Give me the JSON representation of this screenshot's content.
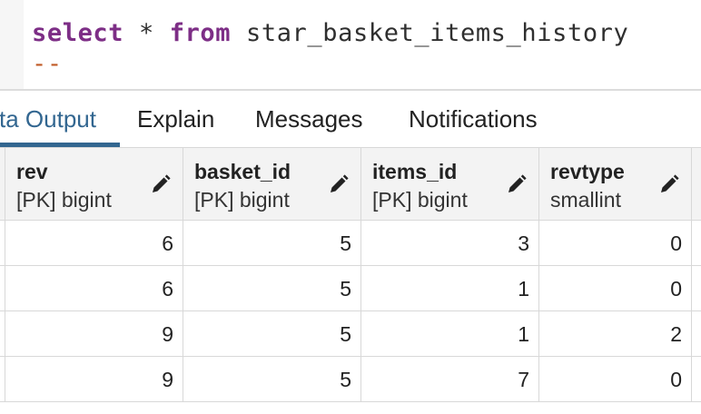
{
  "editor": {
    "line1": {
      "kw_select": "select",
      "star": " * ",
      "kw_from": "from",
      "table": " star_basket_items_history"
    },
    "line2": {
      "comment": "--"
    }
  },
  "tabs": [
    {
      "label": "ta Output",
      "active": true
    },
    {
      "label": "Explain",
      "active": false
    },
    {
      "label": "Messages",
      "active": false
    },
    {
      "label": "Notifications",
      "active": false
    }
  ],
  "grid": {
    "columns": [
      {
        "name": "rev",
        "type": "[PK] bigint",
        "icon": "pencil-icon"
      },
      {
        "name": "basket_id",
        "type": "[PK] bigint",
        "icon": "pencil-icon"
      },
      {
        "name": "items_id",
        "type": "[PK] bigint",
        "icon": "pencil-icon"
      },
      {
        "name": "revtype",
        "type": "smallint",
        "icon": "pencil-icon"
      }
    ],
    "rows": [
      [
        "6",
        "5",
        "3",
        "0"
      ],
      [
        "6",
        "5",
        "1",
        "0"
      ],
      [
        "9",
        "5",
        "1",
        "2"
      ],
      [
        "9",
        "5",
        "7",
        "0"
      ]
    ]
  },
  "colors": {
    "keyword": "#7d2e86",
    "comment": "#c05a26",
    "accent": "#326690"
  }
}
